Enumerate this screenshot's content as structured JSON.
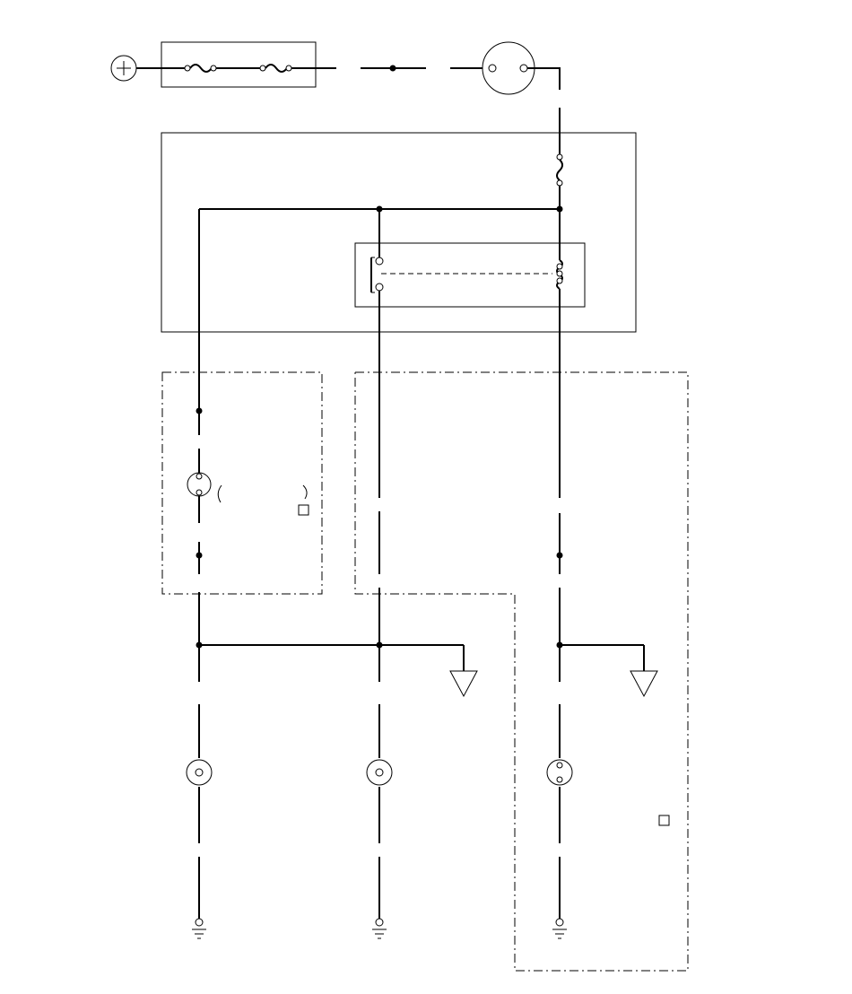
{
  "diagram": {
    "type": "wiring-schematic",
    "line_color": "#000000",
    "background": "#ffffff",
    "symbols": [
      "battery-positive-symbol",
      "fusible-link-symbol",
      "fuse-symbol",
      "relay-symbol",
      "connector-symbol",
      "lamp-symbol",
      "ground-symbol",
      "splice-symbol"
    ],
    "text": []
  }
}
